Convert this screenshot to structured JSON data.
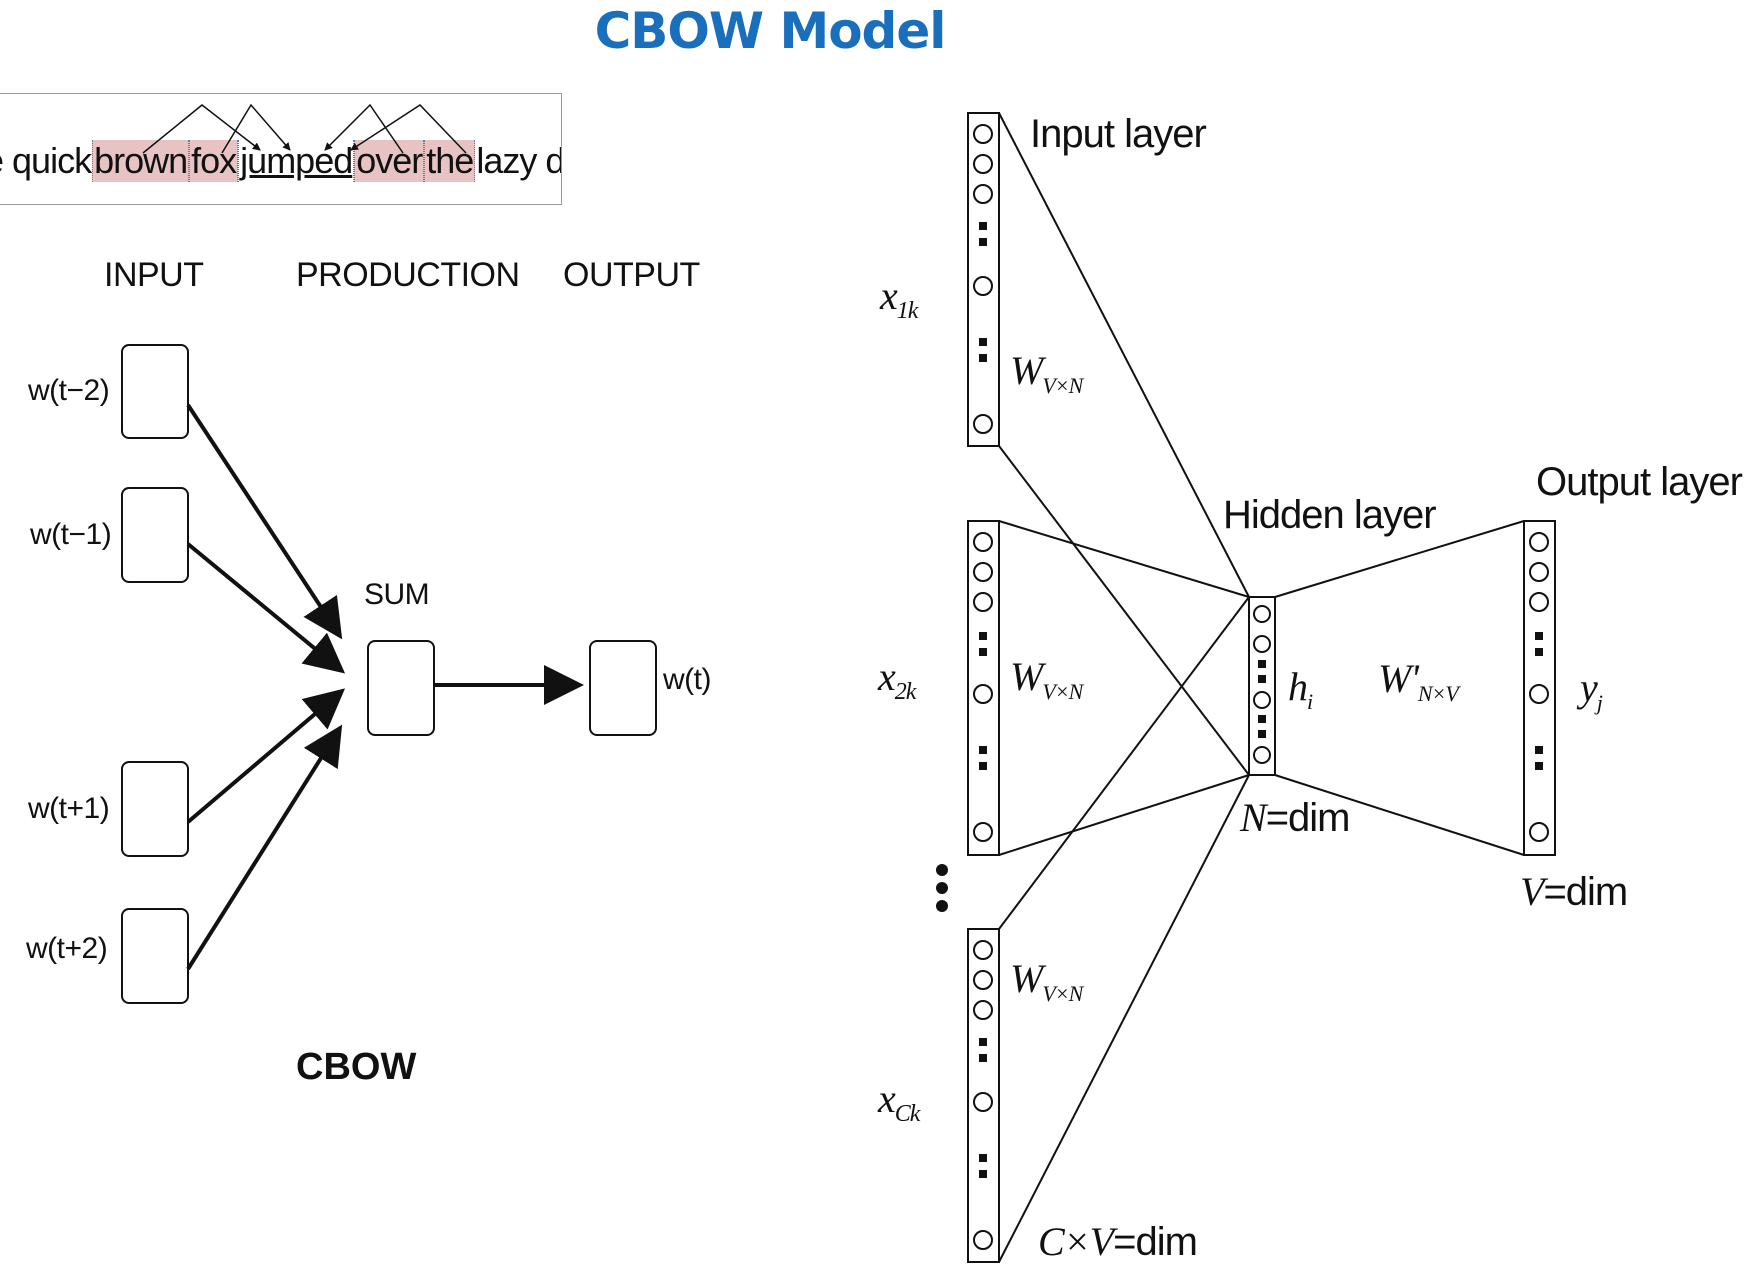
{
  "title": "CBOW Model",
  "sentence": {
    "words": [
      {
        "text": "e quick",
        "style": "plain"
      },
      {
        "text": "brown",
        "style": "context"
      },
      {
        "text": "fox",
        "style": "context"
      },
      {
        "text": "jumped",
        "style": "target"
      },
      {
        "text": "over",
        "style": "context"
      },
      {
        "text": "the",
        "style": "context"
      },
      {
        "text": "lazy dog",
        "style": "plain"
      }
    ]
  },
  "left_diagram": {
    "headers": {
      "input": "INPUT",
      "production": "PRODUCTION",
      "output": "OUTPUT"
    },
    "inputs": [
      "w(t−2)",
      "w(t−1)",
      "w(t+1)",
      "w(t+2)"
    ],
    "sum_label": "SUM",
    "output_label": "w(t)",
    "caption": "CBOW"
  },
  "right_diagram": {
    "input_layer": "Input layer",
    "hidden_layer": "Hidden layer",
    "output_layer": "Output layer",
    "x1": {
      "main": "x",
      "sub": "1k"
    },
    "x2": {
      "main": "x",
      "sub": "2k"
    },
    "xc": {
      "main": "x",
      "sub": "Ck"
    },
    "w_in": {
      "main": "W",
      "sub": "V×N"
    },
    "w_out": {
      "main": "W'",
      "sub": "N×V"
    },
    "h": {
      "main": "h",
      "sub": "i"
    },
    "y": {
      "main": "y",
      "sub": "j"
    },
    "n_dim": {
      "var": "N",
      "rest": "=dim"
    },
    "v_dim": {
      "var": "V",
      "rest": "=dim"
    },
    "cv_dim": {
      "var": "C×V",
      "rest": "=dim"
    }
  },
  "colors": {
    "title": "#1a6fbd",
    "highlight": "#e8c3c3",
    "line": "#111111"
  }
}
